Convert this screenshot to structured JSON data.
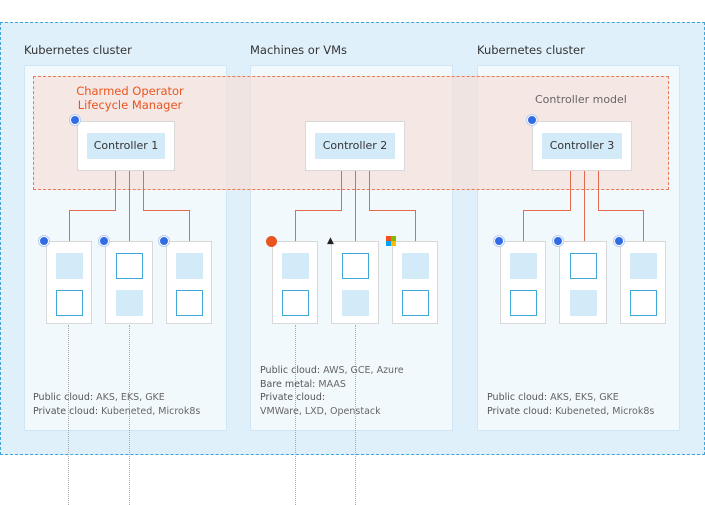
{
  "columns": [
    {
      "title": "Kubernetes cluster",
      "controller": "Controller 1",
      "footer": [
        {
          "label": "Public cloud:",
          "value": "AKS, EKS, GKE"
        },
        {
          "label": "Private cloud:",
          "value": "Kubeneted, Microk8s"
        }
      ]
    },
    {
      "title": "Machines or VMs",
      "controller": "Controller 2",
      "footer": [
        {
          "label": "Public cloud:",
          "value": "AWS, GCE, Azure"
        },
        {
          "label": "Bare metal:",
          "value": "MAAS"
        },
        {
          "label": "Private cloud:",
          "value": ""
        },
        {
          "label": "",
          "value": "VMWare, LXD, Openstack"
        }
      ]
    },
    {
      "title": "Kubernetes cluster",
      "controller": "Controller 3",
      "footer": [
        {
          "label": "Public cloud:",
          "value": "AKS, EKS, GKE"
        },
        {
          "label": "Private cloud:",
          "value": "Kubeneted, Microk8s"
        }
      ]
    }
  ],
  "operator_title": "Charmed Operator Lifecycle Manager",
  "controller_model_label": "Controller model",
  "icons": {
    "controller": "kubernetes-icon",
    "col1_nodes": [
      "kubernetes-icon",
      "kubernetes-icon",
      "kubernetes-icon"
    ],
    "col2_nodes": [
      "ubuntu-icon",
      "linux-icon",
      "windows-icon"
    ],
    "col3_nodes": [
      "kubernetes-icon",
      "kubernetes-icon",
      "kubernetes-icon"
    ]
  },
  "colors": {
    "accent": "#e95420",
    "line": "#e36b4d",
    "blue": "#3fa8d8",
    "fill": "#d3ebf8"
  }
}
